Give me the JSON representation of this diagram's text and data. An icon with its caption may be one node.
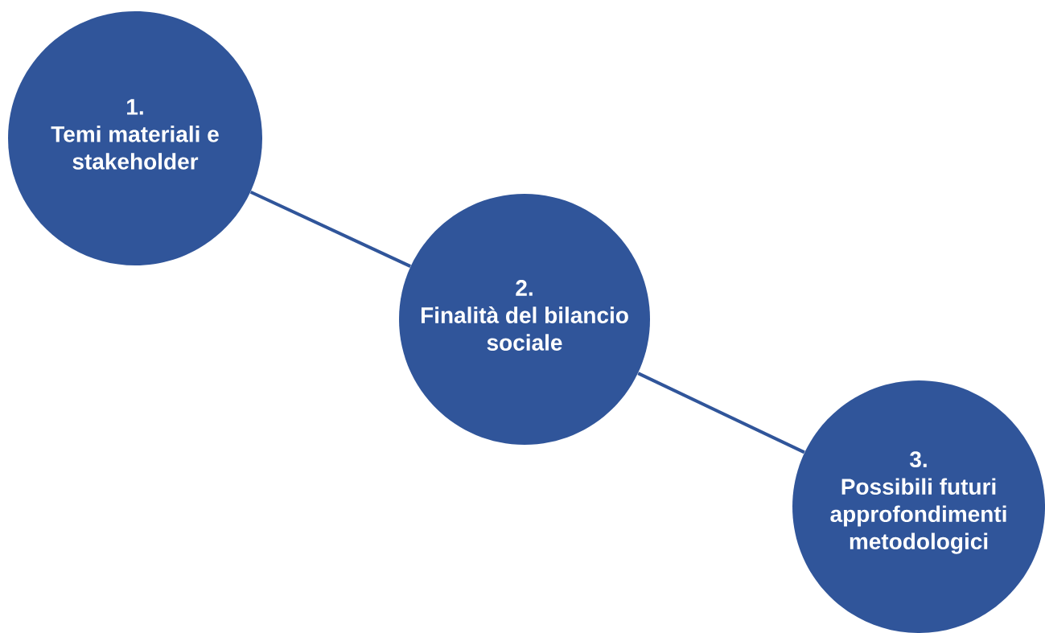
{
  "diagram": {
    "nodes": [
      {
        "text": [
          "1.",
          "Temi materiali e stakeholder"
        ]
      },
      {
        "text": [
          "2.",
          "Finalità del bilancio sociale"
        ]
      },
      {
        "text": [
          "3.",
          "Possibili futuri approfondimenti metodologici"
        ]
      }
    ],
    "edges": [
      {
        "from": 0,
        "to": 1,
        "arrow": "none"
      },
      {
        "from": 1,
        "to": 2,
        "arrow": "none"
      }
    ]
  }
}
